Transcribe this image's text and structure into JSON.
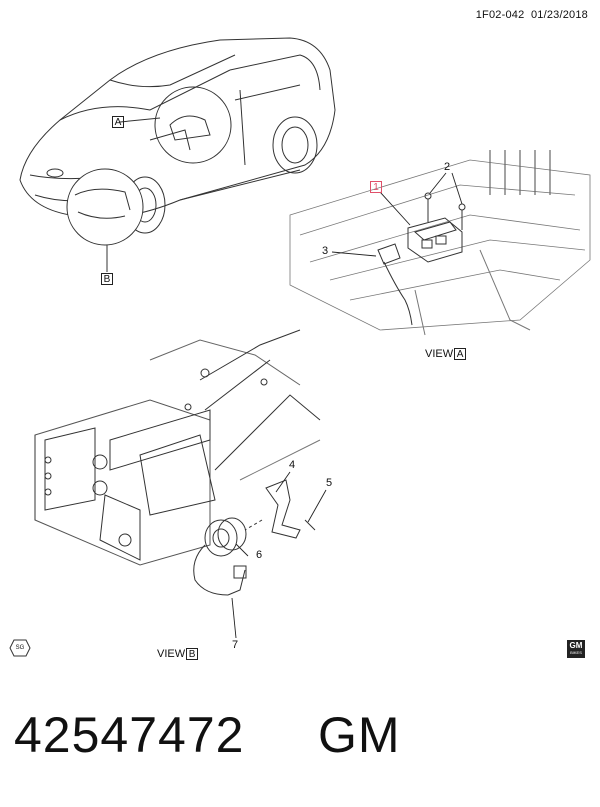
{
  "header": {
    "code": "1F02-042",
    "date": "01/23/2018"
  },
  "detail_labels": {
    "a": "A",
    "b": "B"
  },
  "callouts": [
    "1",
    "2",
    "3",
    "4",
    "5",
    "6",
    "7"
  ],
  "views": {
    "a": {
      "word": "VIEW",
      "letter": "A"
    },
    "b": {
      "word": "VIEW",
      "letter": "B"
    }
  },
  "footer": {
    "part_number": "42547472",
    "brand": "GM"
  },
  "badges": {
    "sg": "SG",
    "gm_logo": "GM",
    "gm_logo_sub": "BIKES"
  },
  "colors": {
    "callout_highlight": "#e0506a",
    "line": "#333333"
  }
}
